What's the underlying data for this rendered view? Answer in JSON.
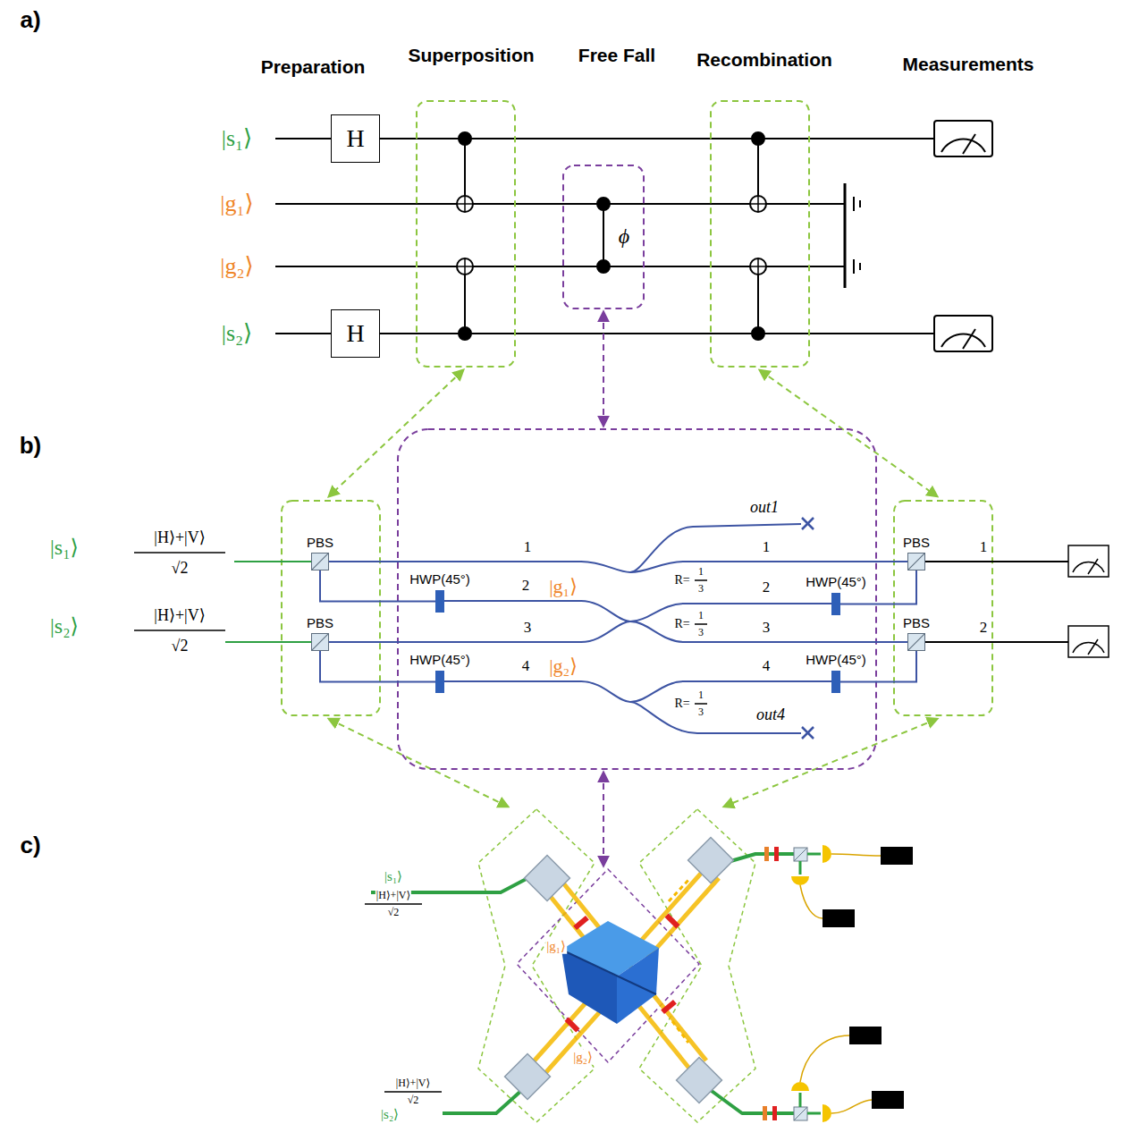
{
  "diagram": {
    "nodes": [
      {
        "text": [
          "H"
        ]
      },
      {
        "text": [
          "H"
        ]
      },
      {
        "text": [
          "PBS"
        ]
      },
      {
        "text": [
          "PBS"
        ]
      },
      {
        "text": [
          "HWP(45°)"
        ]
      },
      {
        "text": [
          "HWP(45°)"
        ]
      },
      {
        "text": [
          "HWP(45°)"
        ]
      },
      {
        "text": [
          "HWP(45°)"
        ]
      },
      {
        "text": [
          "PBS"
        ]
      },
      {
        "text": [
          "PBS"
        ]
      }
    ],
    "edges": [
      {
        "from": 2,
        "to": 4,
        "arrow": "none"
      },
      {
        "from": 3,
        "to": 5,
        "arrow": "none"
      },
      {
        "from": 6,
        "to": 8,
        "arrow": "none"
      },
      {
        "from": 7,
        "to": 9,
        "arrow": "none"
      }
    ],
    "labels": [
      "a)",
      "Preparation",
      "Superposition",
      "Free Fall",
      "Recombination",
      "Measurements",
      "|s₁⟩",
      "|g₁⟩",
      "|g₂⟩",
      "|s₂⟩",
      "ϕ",
      "b)",
      "|s₁⟩",
      "|H⟩+|V⟩",
      "√2",
      "|s₂⟩",
      "|H⟩+|V⟩",
      "√2",
      "1",
      "2",
      "|g₁⟩",
      "3",
      "4",
      "|g₂⟩",
      "out1",
      "R=",
      "1",
      "3",
      "R=",
      "1",
      "3",
      "R=",
      "1",
      "3",
      "out4",
      "1",
      "2",
      "3",
      "4",
      "1",
      "2",
      "c)",
      "|s₁⟩",
      "|H⟩+|V⟩",
      "√2",
      "|g₁⟩",
      "|g₂⟩",
      "|H⟩+|V⟩",
      "√2",
      "|s₂⟩"
    ]
  }
}
